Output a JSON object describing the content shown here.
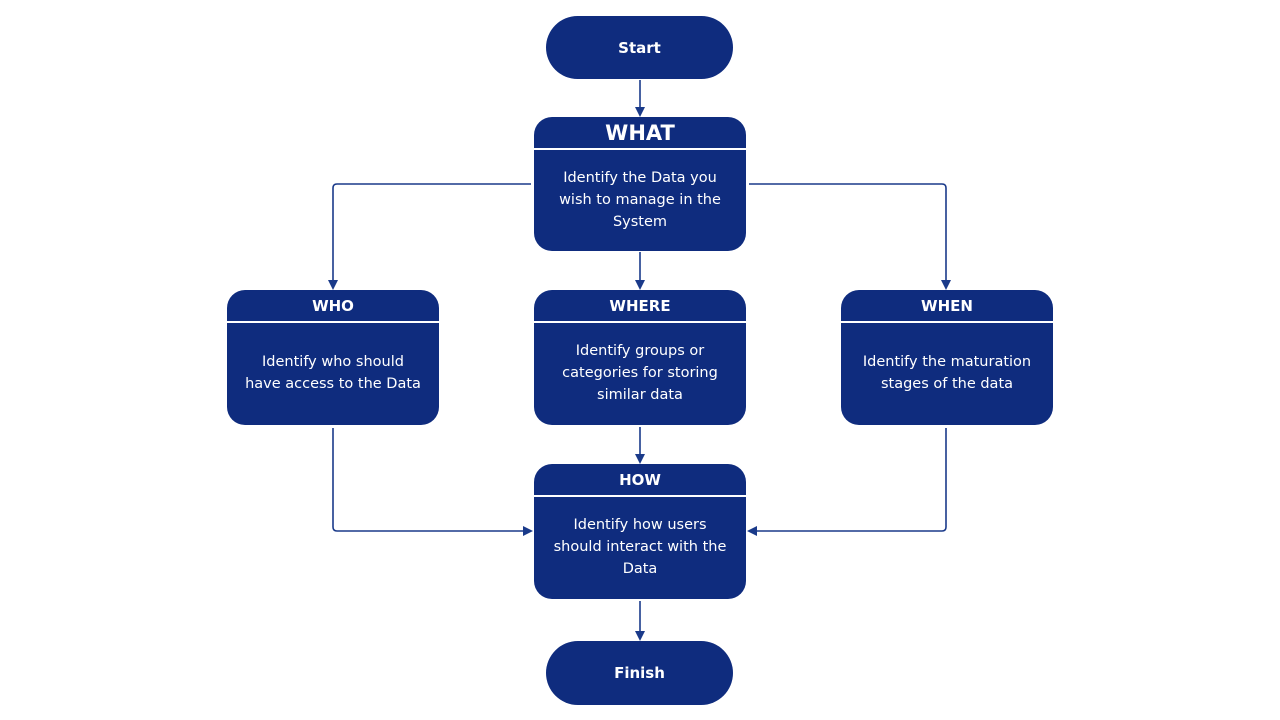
{
  "colors": {
    "node_fill": "#0f2c7e",
    "connector": "#1a3a8a",
    "text": "#ffffff"
  },
  "start": {
    "label": "Start"
  },
  "finish": {
    "label": "Finish"
  },
  "nodes": {
    "what": {
      "title": "WHAT",
      "text": "Identify the Data you wish to manage in the System"
    },
    "who": {
      "title": "WHO",
      "text": "Identify who should have access to the Data"
    },
    "where": {
      "title": "WHERE",
      "text": "Identify groups or categories for storing similar data"
    },
    "when": {
      "title": "WHEN",
      "text": "Identify the maturation stages of the data"
    },
    "how": {
      "title": "HOW",
      "text": "Identify how users should interact with the Data"
    }
  },
  "edges": [
    {
      "from": "Start",
      "to": "WHAT"
    },
    {
      "from": "WHAT",
      "to": "WHO"
    },
    {
      "from": "WHAT",
      "to": "WHERE"
    },
    {
      "from": "WHAT",
      "to": "WHEN"
    },
    {
      "from": "WHO",
      "to": "HOW"
    },
    {
      "from": "WHERE",
      "to": "HOW"
    },
    {
      "from": "WHEN",
      "to": "HOW"
    },
    {
      "from": "HOW",
      "to": "Finish"
    }
  ]
}
